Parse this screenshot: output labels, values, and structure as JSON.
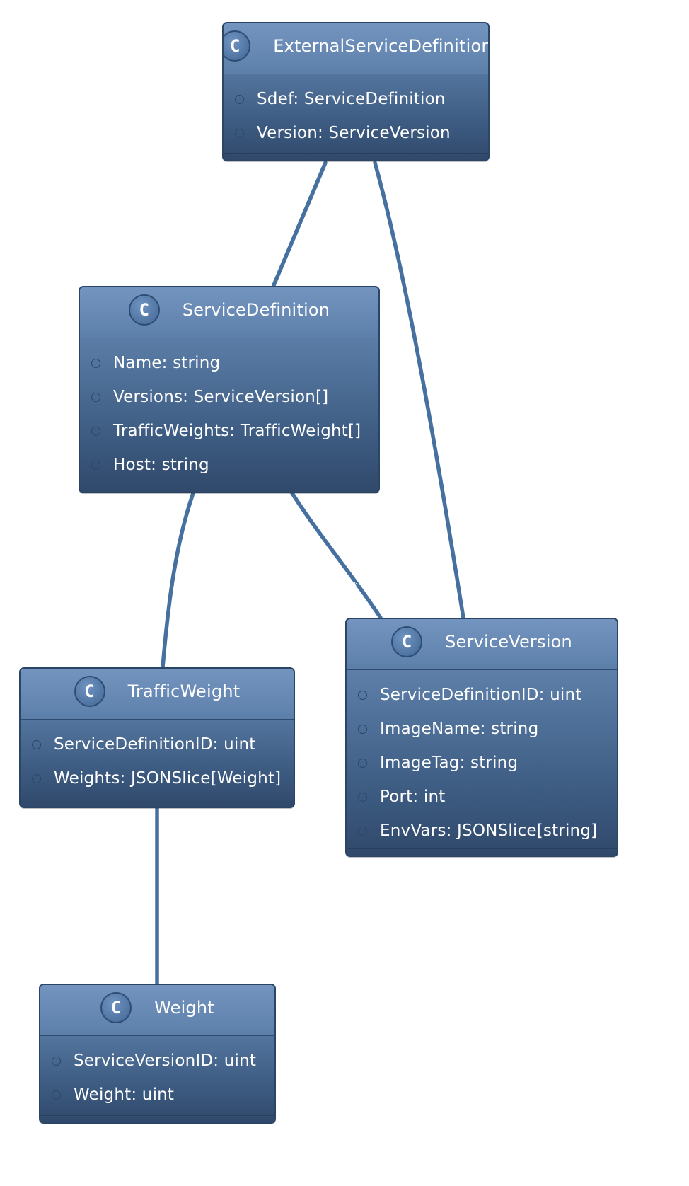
{
  "diagram": {
    "classes": [
      {
        "id": "ExternalServiceDefinition",
        "stereotype": "C",
        "name": "ExternalServiceDefinition",
        "attributes": [
          "Sdef: ServiceDefinition",
          "Version: ServiceVersion"
        ]
      },
      {
        "id": "ServiceDefinition",
        "stereotype": "C",
        "name": "ServiceDefinition",
        "attributes": [
          "Name: string",
          "Versions: ServiceVersion[]",
          "TrafficWeights: TrafficWeight[]",
          "Host: string"
        ]
      },
      {
        "id": "TrafficWeight",
        "stereotype": "C",
        "name": "TrafficWeight",
        "attributes": [
          "ServiceDefinitionID: uint",
          "Weights: JSONSlice[Weight]"
        ]
      },
      {
        "id": "ServiceVersion",
        "stereotype": "C",
        "name": "ServiceVersion",
        "attributes": [
          "ServiceDefinitionID: uint",
          "ImageName: string",
          "ImageTag: string",
          "Port: int",
          "EnvVars: JSONSlice[string]"
        ]
      },
      {
        "id": "Weight",
        "stereotype": "C",
        "name": "Weight",
        "attributes": [
          "ServiceVersionID: uint",
          "Weight: uint"
        ]
      }
    ],
    "relations": [
      {
        "from": "ExternalServiceDefinition",
        "to": "ServiceDefinition",
        "label": ""
      },
      {
        "from": "ExternalServiceDefinition",
        "to": "ServiceVersion",
        "label": ""
      },
      {
        "from": "ServiceDefinition",
        "to": "TrafficWeight",
        "label": ""
      },
      {
        "from": "ServiceDefinition",
        "to": "ServiceVersion",
        "label": "*"
      },
      {
        "from": "TrafficWeight",
        "to": "Weight",
        "label": ""
      }
    ],
    "colors": {
      "edge": "#45709f",
      "class_fill_top": "#6b8db7",
      "class_fill_bottom": "#30496b",
      "class_border": "#2a4566",
      "text": "#ffffff"
    }
  }
}
